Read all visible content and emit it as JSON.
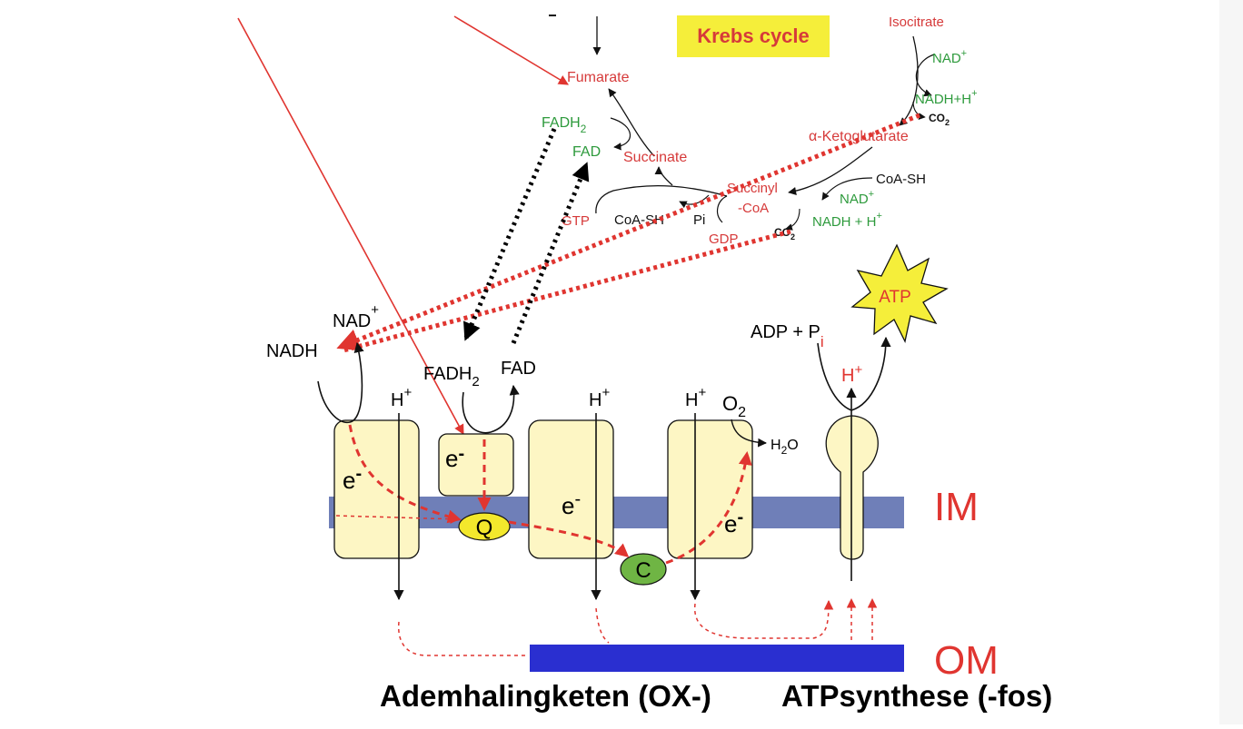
{
  "krebs": {
    "title": "Krebs cycle",
    "isocitrate": "Isocitrate",
    "fumarate": "Fumarate",
    "succinate": "Succinate",
    "fadh2_prefix": "FADH",
    "fadh2_sub": "2",
    "fad": "FAD",
    "nad_plus_top": "NAD",
    "nadh_h_top": "NADH+H",
    "co2_top": "CO",
    "ketoglutarate": "α-Ketoglutarate",
    "coa_sh_right": "CoA-SH",
    "nad_plus_mid": "NAD",
    "nadh_h_mid": "NADH + H",
    "co2_mid": "CO",
    "succinyl_1": "Succinyl",
    "succinyl_2": "-CoA",
    "gtp": "GTP",
    "coa_sh_left": "CoA-SH",
    "pi": "Pi",
    "gdp": "GDP",
    "plus": "+",
    "sub2": "2"
  },
  "chain": {
    "nadh": "NADH",
    "nad_plus": "NAD",
    "fadh2": "FADH",
    "fad": "FAD",
    "h_plus": "H",
    "plus": "+",
    "electron": "e",
    "minus": "-",
    "q": "Q",
    "c": "C",
    "o2": "O",
    "h2o": "H",
    "h2o_tail": "O",
    "sub2": "2",
    "adp": "ADP + P",
    "pi_sub": "i",
    "atp": "ATP",
    "im": "IM",
    "om": "OM"
  },
  "captions": {
    "left": "Ademhalingketen (OX-)",
    "right": "ATPsynthese (-fos)"
  },
  "colors": {
    "red_text": "#d63a3a",
    "green_text": "#2d9a3c",
    "complex_fill": "#fdf6c4",
    "im_band": "#6f7fb8",
    "om_band": "#2a2fd0",
    "q_fill": "#f3e82c",
    "c_fill": "#6fb544",
    "atp_fill": "#f5ee3a",
    "krebs_label_bg": "#f5ee3a"
  }
}
